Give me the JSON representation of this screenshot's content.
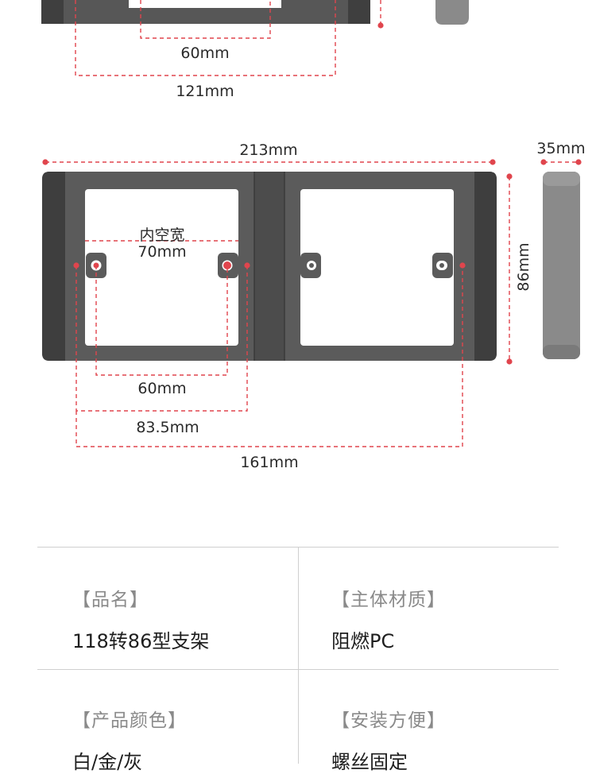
{
  "top_diagram": {
    "dim_inner": "60mm",
    "dim_outer": "121mm"
  },
  "main_diagram": {
    "dim_width": "213mm",
    "dim_depth": "35mm",
    "dim_height": "86mm",
    "inner_width_label": "内空宽",
    "inner_width_value": "70mm",
    "dim_hole_spacing": "60mm",
    "dim_mid_span": "83.5mm",
    "dim_total_span": "161mm"
  },
  "colors": {
    "frame": "#5a5a5a",
    "frame_end": "#3e3e3e",
    "side_face": "#8a8a8a",
    "dimension_line": "#e0454d"
  },
  "specs": [
    {
      "label": "【品名】",
      "value": "118转86型支架"
    },
    {
      "label": "【主体材质】",
      "value": "阻燃PC"
    },
    {
      "label": "【产品颜色】",
      "value": "白/金/灰"
    },
    {
      "label": "【安装方便】",
      "value": "螺丝固定"
    }
  ]
}
